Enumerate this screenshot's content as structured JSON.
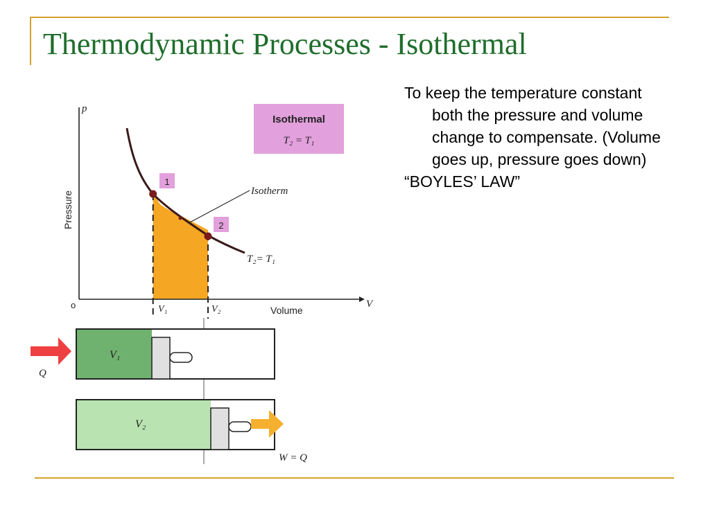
{
  "slide": {
    "title": "Thermodynamic Processes - Isothermal",
    "paragraphs": [
      "To keep the temperature constant both the pressure and volume change to compensate. (Volume goes up, pressure goes down)",
      "“BOYLES’ LAW”"
    ]
  },
  "diagram": {
    "axis": {
      "y_label": "Pressure",
      "x_label": "Volume",
      "y_symbol": "p",
      "x_symbol": "V",
      "origin": "o"
    },
    "box": {
      "title": "Isothermal",
      "equation": "T₂ = T₁"
    },
    "curve_label": "Isotherm",
    "end_label": "T₂= T₁",
    "points": [
      "1",
      "2"
    ],
    "ticks": [
      "V₁",
      "V₂"
    ],
    "cylinders": [
      {
        "volume_label": "V₁",
        "arrow_label": "Q"
      },
      {
        "volume_label": "V₂",
        "arrow_label": "W = Q"
      }
    ],
    "colors": {
      "area": "#f5a623",
      "curve": "#3a1a1a",
      "point": "#7a1a1a",
      "box": "#e2a0dc",
      "gas_v1": "#6fb26f",
      "gas_v2": "#b9e3b0",
      "heat_arrow": "#ee4040",
      "work_arrow": "#f5b030"
    }
  }
}
